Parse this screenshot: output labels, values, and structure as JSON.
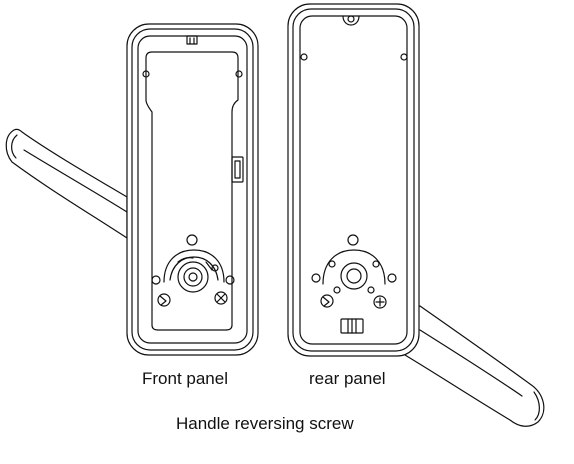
{
  "labels": {
    "front_panel": "Front panel",
    "rear_panel": "rear panel",
    "handle_reversing_screw": "Handle reversing screw"
  },
  "colors": {
    "line": "#111111",
    "background": "#ffffff"
  }
}
